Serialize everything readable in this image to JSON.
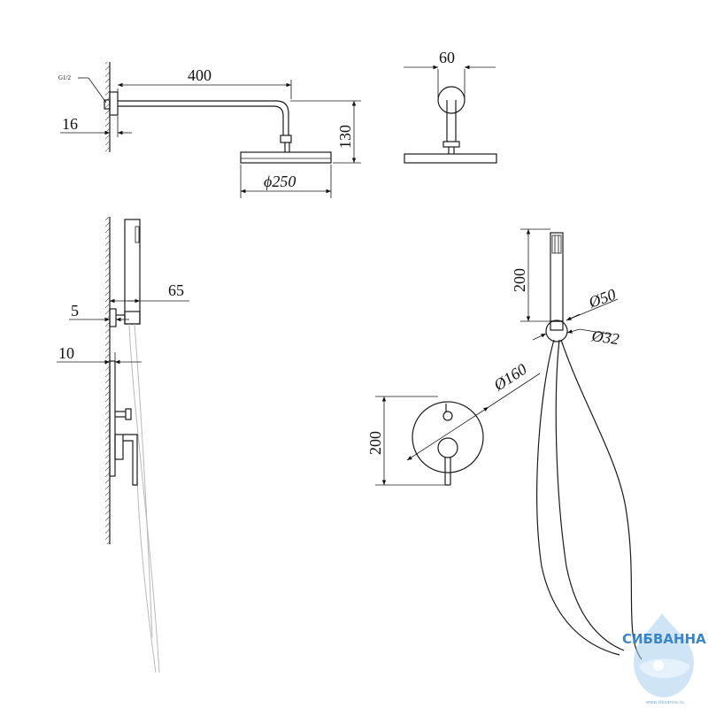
{
  "drawing": {
    "thread_label": "G1/2",
    "dims": {
      "arm_length": "400",
      "wall_offset": "16",
      "arm_drop": "130",
      "head_diameter": "ϕ250",
      "head_side_width": "60",
      "holder_depth": "65",
      "holder_plate": "5",
      "mixer_plate": "10",
      "hand_shower_length": "200",
      "hand_shower_flange": "Ø50",
      "hand_shower_outlet": "Ø32",
      "mixer_plate_diameter": "Ø160",
      "mixer_height": "200"
    }
  },
  "watermark": {
    "brand": "СИБВАННА",
    "url": "www.sibvanna.ru",
    "colors": {
      "primary": "#3a86c8",
      "light": "#a8d0ef"
    }
  }
}
